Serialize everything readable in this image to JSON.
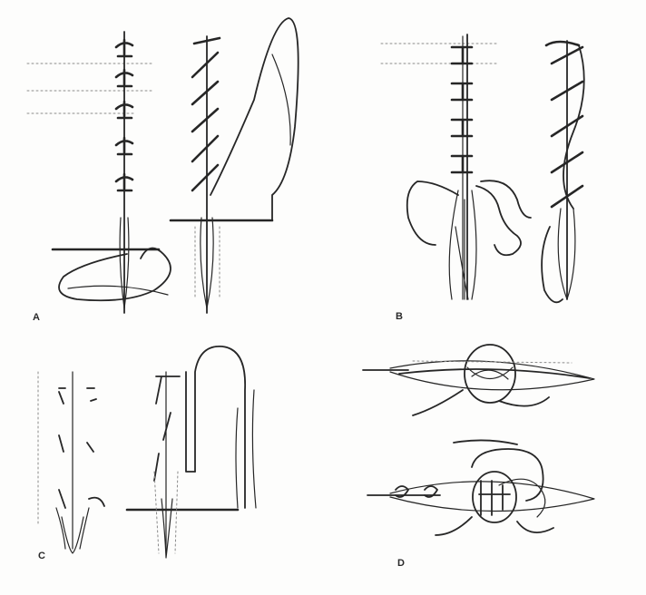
{
  "figure": {
    "panels": [
      {
        "id": "A",
        "label": "A"
      },
      {
        "id": "B",
        "label": "B"
      },
      {
        "id": "C",
        "label": "C"
      },
      {
        "id": "D",
        "label": "D"
      }
    ]
  },
  "colors": {
    "ink": "#262626",
    "paper": "#fdfdfc",
    "faint": "#b8b8b8"
  }
}
